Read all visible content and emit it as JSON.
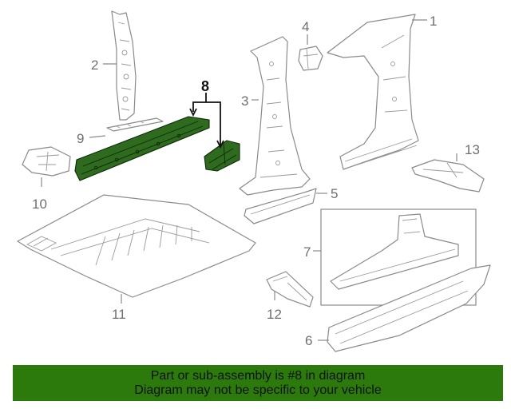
{
  "callouts": [
    {
      "id": "1",
      "label": "1"
    },
    {
      "id": "2",
      "label": "2"
    },
    {
      "id": "3",
      "label": "3"
    },
    {
      "id": "4",
      "label": "4"
    },
    {
      "id": "5",
      "label": "5"
    },
    {
      "id": "6",
      "label": "6"
    },
    {
      "id": "7",
      "label": "7"
    },
    {
      "id": "8",
      "label": "8"
    },
    {
      "id": "9",
      "label": "9"
    },
    {
      "id": "10",
      "label": "10"
    },
    {
      "id": "11",
      "label": "11"
    },
    {
      "id": "12",
      "label": "12"
    },
    {
      "id": "13",
      "label": "13"
    }
  ],
  "highlighted_part": "8",
  "colors": {
    "highlight_fill": "#2e6b1e",
    "banner_background": "#2b7a0b",
    "part_stroke": "#8a8a8a"
  },
  "banner": {
    "line1": "Part or sub-assembly is #8 in diagram",
    "line2": "Diagram may not be specific to your vehicle"
  }
}
